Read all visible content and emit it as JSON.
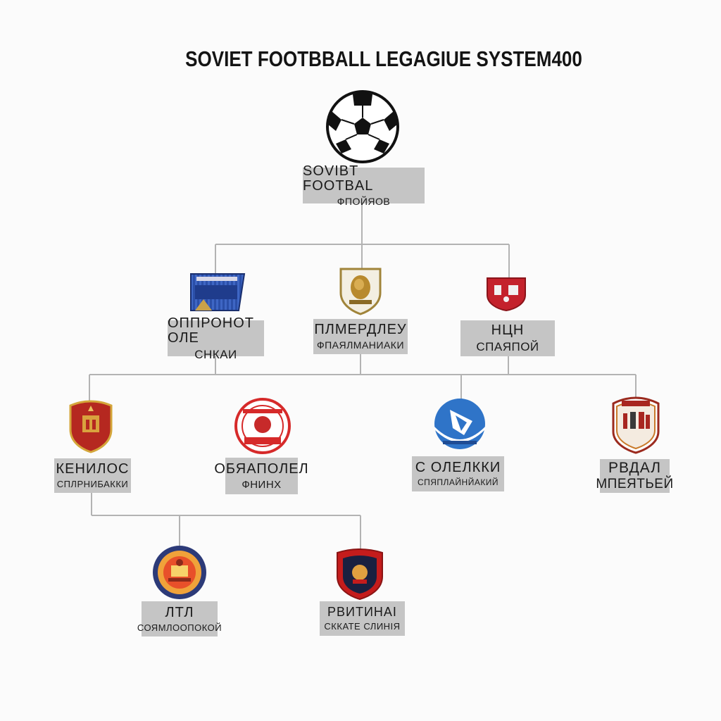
{
  "title": "SOVIET FOOTBBALL LEGAGIUE SYSTEM400",
  "root": {
    "line1": "SOVIBT FOOTBAL",
    "line2": "ФПОЙЯОВ",
    "icon": "soccer-ball-icon"
  },
  "tier2": [
    {
      "line1": "ОППРОНОТ ОЛЕ",
      "line2": "СНКАИ",
      "icon": "blue-banner-crest-icon"
    },
    {
      "line1": "ПЛМЕРДЛЕУ",
      "line2": "ФПАЯЛМАНИАКИ",
      "icon": "gold-shield-crest-icon"
    },
    {
      "line1": "НЦН",
      "line2": "СПАЯПОЙ",
      "icon": "red-shield-crest-icon"
    }
  ],
  "tier3": [
    {
      "line1": "КЕНИЛОС",
      "line2": "СПЛРНИБАККИ",
      "icon": "red-gold-shield-crest-icon"
    },
    {
      "line1": "ОБЯАПОЛЕЛ",
      "line2": "ФНИНХ",
      "icon": "red-round-crest-icon"
    },
    {
      "line1": "С ОЛЕЛККИ",
      "line2": "СПЯПЛАЙНЙАКИЙ",
      "icon": "blue-round-crest-icon"
    },
    {
      "line1": "РВДАЛ",
      "line2": "МПЕЯТЬЕЙ",
      "icon": "red-white-badge-crest-icon"
    }
  ],
  "tier4": [
    {
      "line1": "ЛТЛ",
      "line2": "СОЯМЛООПОКОЙ",
      "icon": "blue-orange-round-crest-icon"
    },
    {
      "line1": "РВИТИНАІ",
      "line2": "СККАТЕ СЛИНІЯ",
      "icon": "red-dark-shield-crest-icon"
    }
  ],
  "colors": {
    "box": "#c5c5c5",
    "connector": "#b3b3b3",
    "title": "#141414"
  }
}
